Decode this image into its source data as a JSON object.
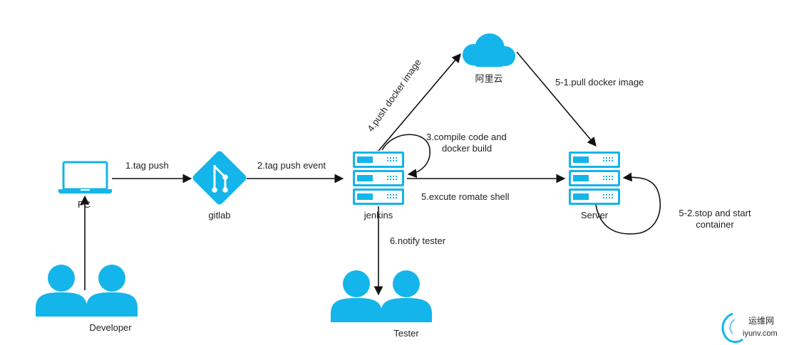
{
  "colors": {
    "accent": "#13b5ea",
    "edge": "#111111",
    "background": "#ffffff"
  },
  "nodes": {
    "pc": {
      "label": "PC",
      "icon": "laptop-icon"
    },
    "gitlab": {
      "label": "gitlab",
      "icon": "git-icon"
    },
    "jenkins": {
      "label": "jenkins",
      "icon": "server-icon"
    },
    "aliyun": {
      "label": "阿里云",
      "icon": "cloud-icon"
    },
    "server": {
      "label": "Server",
      "icon": "server-icon"
    },
    "developer": {
      "label": "Developer",
      "icon": "users-icon"
    },
    "tester": {
      "label": "Tester",
      "icon": "users-icon"
    }
  },
  "edges": {
    "tag_push": "1.tag push",
    "tag_push_event": "2.tag push event",
    "compile_line1": "3.compile code and",
    "compile_line2": "docker build",
    "push_image": "4.push docker image",
    "execute_shell": "5.excute romate shell",
    "pull_image": "5-1.pull docker image",
    "stop_start_line1": "5-2.stop and start",
    "stop_start_line2": "container",
    "notify_tester": "6.notify tester"
  },
  "watermark": {
    "name": "运维网",
    "url": "iyunv.com",
    "icon": "logo-swirl-icon"
  }
}
